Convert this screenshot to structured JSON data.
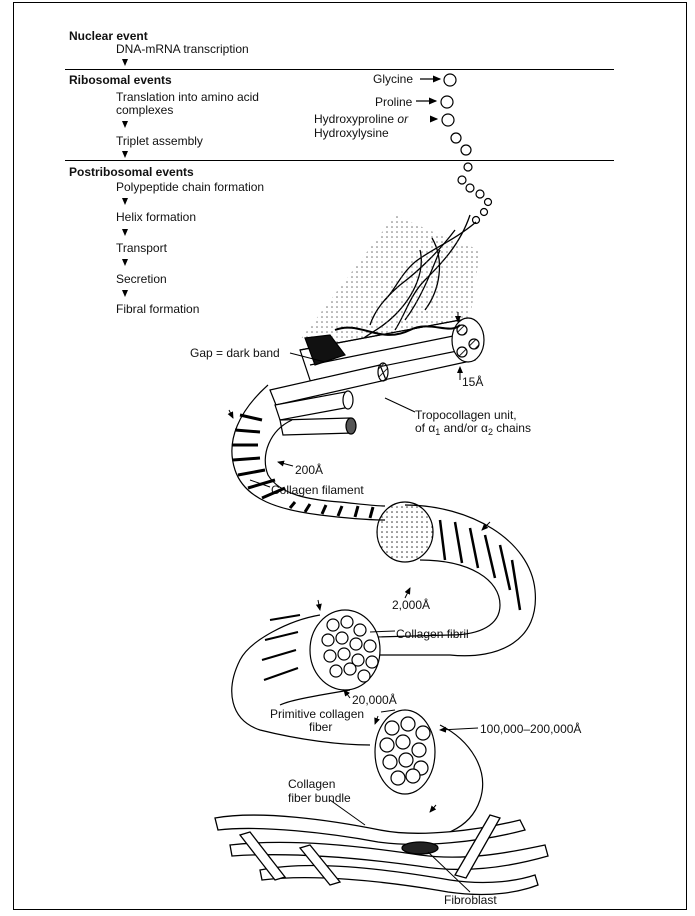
{
  "steps": {
    "nuclear_header": "Nuclear event",
    "nuclear_1": "DNA-mRNA transcription",
    "ribosomal_header": "Ribosomal events",
    "ribosomal_1a": "Translation into amino acid",
    "ribosomal_1b": "complexes",
    "ribosomal_2": "Triplet assembly",
    "postribosomal_header": "Postribosomal events",
    "post_1": "Polypeptide chain formation",
    "post_2": "Helix formation",
    "post_3": "Transport",
    "post_4": "Secretion",
    "post_5": "Fibral formation"
  },
  "amino_acids": {
    "glycine": "Glycine",
    "proline": "Proline",
    "hydroxy_1": "Hydroxyproline",
    "hydroxy_or": "or",
    "hydroxy_2": "Hydroxylysine"
  },
  "labels": {
    "gap": "Gap = dark band",
    "size_15": "15Å",
    "tropo_1": "Tropocollagen unit,",
    "tropo_2_of": "of α",
    "tropo_2_sub1": "1",
    "tropo_2_mid": " and/or α",
    "tropo_2_sub2": "2",
    "tropo_2_end": " chains",
    "size_200": "200Å",
    "filament": "Collagen filament",
    "size_2000": "2,000Å",
    "fibril": "Collagen fibril",
    "size_20000": "20,000Å",
    "primitive_1": "Primitive collagen",
    "primitive_2": "fiber",
    "size_100000": "100,000–200,000Å",
    "bundle_1": "Collagen",
    "bundle_2": "fiber bundle",
    "fibroblast": "Fibroblast"
  }
}
